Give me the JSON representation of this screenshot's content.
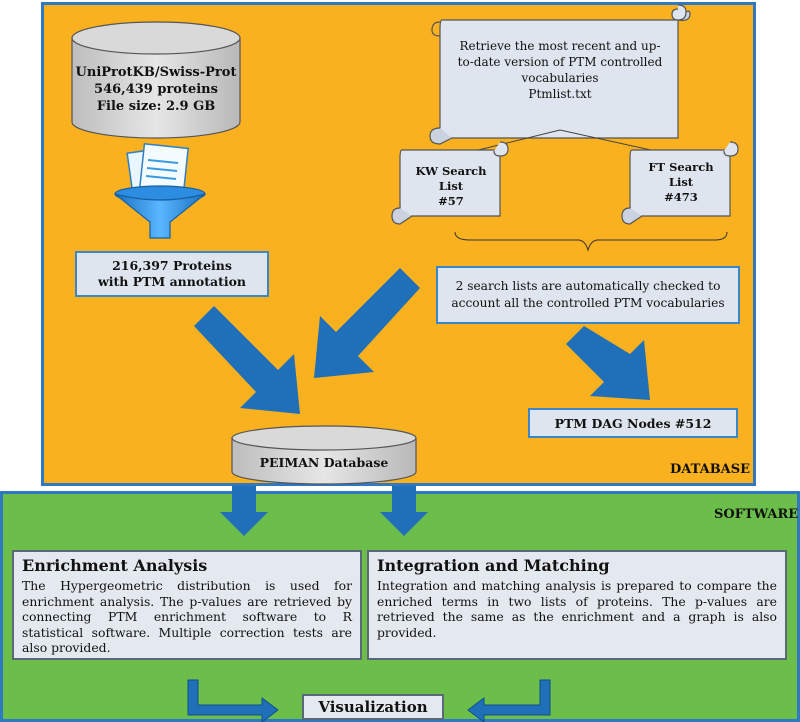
{
  "database": {
    "label": "DATABASE",
    "uniprot": {
      "line1": "UniProtKB/Swiss-Prot",
      "line2": "546,439 proteins",
      "line3": "File size: 2.9 GB"
    },
    "filtered": {
      "line1": "216,397 Proteins",
      "line2": "with PTM annotation"
    },
    "scroll_top": {
      "line1": "Retrieve the most recent and up-",
      "line2": "to-date version of PTM controlled",
      "line3": "vocabularies",
      "line4": "Ptmlist.txt"
    },
    "kw_list": {
      "line1": "KW Search",
      "line2": "List",
      "line3": "#57"
    },
    "ft_list": {
      "line1": "FT Search",
      "line2": "List",
      "line3": "#473"
    },
    "check_box": {
      "line1": "2 search lists are automatically checked to",
      "line2": "account all the controlled PTM vocabularies"
    },
    "dag_nodes": "PTM DAG Nodes #512",
    "peiman_db": "PEIMAN Database"
  },
  "software": {
    "label": "SOFTWARE",
    "enrichment": {
      "title": "Enrichment Analysis",
      "body": "The Hypergeometric distribution is used for enrichment analysis. The p-values are retrieved by connecting PTM enrichment software to R statistical software. Multiple correction tests are also provided."
    },
    "integration": {
      "title": "Integration and Matching",
      "body": "Integration and matching analysis is prepared to compare the enriched terms in two lists of proteins. The p-values are retrieved the same as the enrichment and a graph is also provided."
    },
    "visualization": "Visualization"
  },
  "colors": {
    "database_bg": "#f9b120",
    "software_bg": "#6cbe4a",
    "border_blue": "#2f78c2",
    "arrow_blue": "#1f6fb9",
    "box_fill": "#dfe5ee"
  }
}
